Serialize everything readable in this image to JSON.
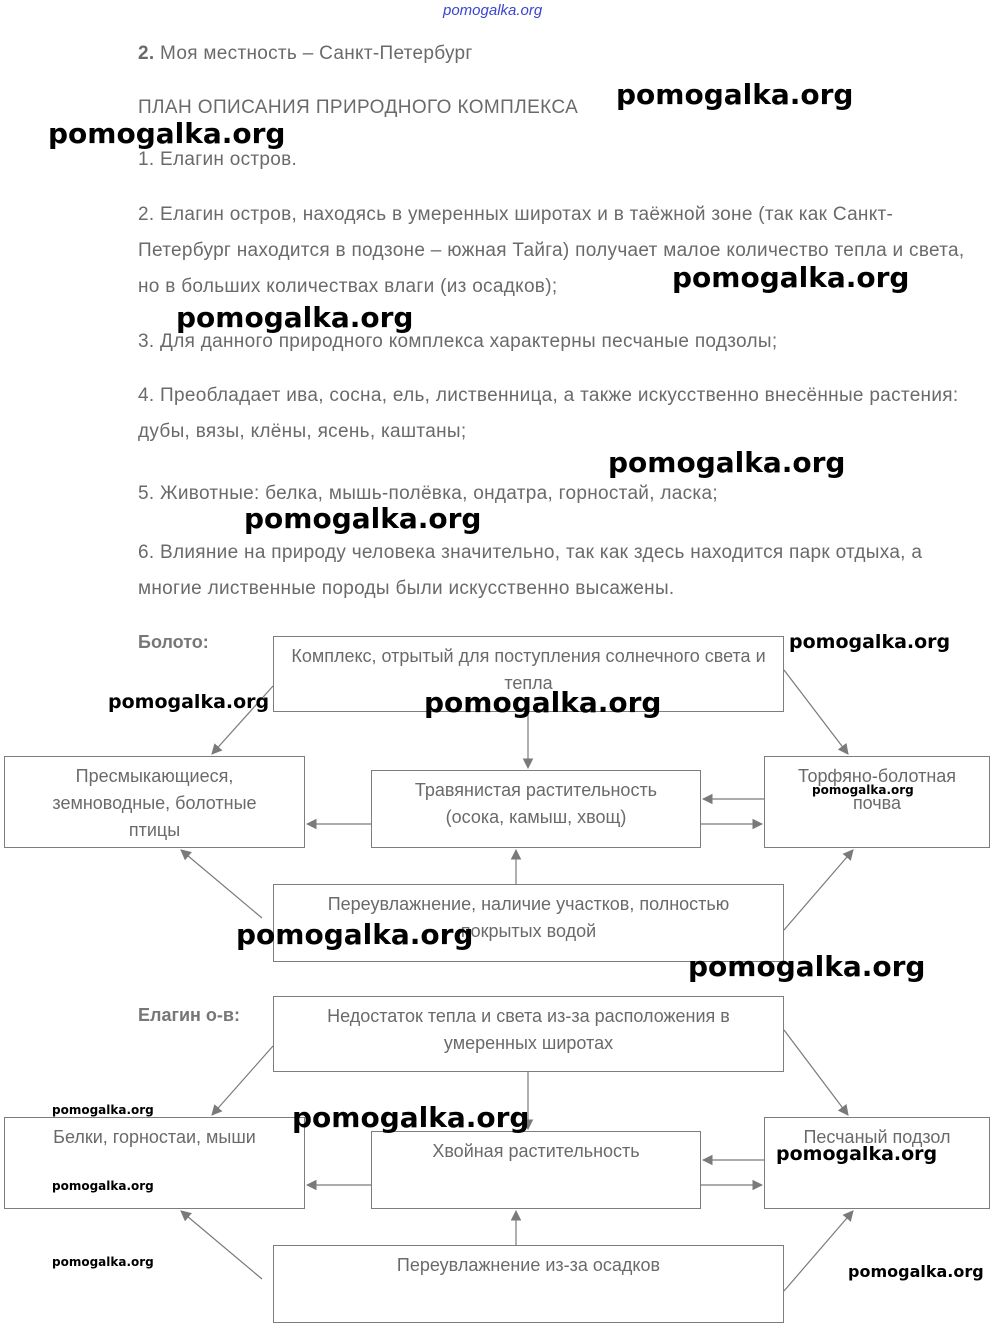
{
  "site_header": "pomogalka.org",
  "task": {
    "number": "2.",
    "title": "Моя местность – Санкт-Петербург",
    "plan_heading": "ПЛАН ОПИСАНИЯ ПРИРОДНОГО КОМПЛЕКСА",
    "items": [
      "1. Елагин остров.",
      "2. Елагин остров, находясь в умеренных широтах и в таёжной зоне (так как Санкт-Петербург находится в подзоне – южная Тайга) получает малое количество тепла и света, но в больших количествах влаги (из осадков);",
      "3. Для данного природного комплекса характерны песчаные подзолы;",
      "4. Преобладает ива, сосна, ель, лиственница, а также искусственно внесённые растения: дубы, вязы, клёны, ясень, каштаны;",
      "5. Животные: белка, мышь-полёвка, ондатра, горностай, ласка;",
      "6. Влияние на природу человека значительно, так как здесь находится парк отдыха, а многие лиственные породы были искусственно высажены."
    ]
  },
  "diagram_bog": {
    "label": "Болото:",
    "top": "Комплекс, отрытый для поступления солнечного света и тепла",
    "left": "Пресмыкающиеся, земноводные, болотные птицы",
    "center": "Травянистая растительность (осока, камыш, хвощ)",
    "right": "Торфяно-болотная почва",
    "bottom": "Переувлажнение, наличие участков, полностью покрытых водой"
  },
  "diagram_elagin": {
    "label": "Елагин о-в:",
    "top": "Недостаток тепла и света из-за расположения в умеренных широтах",
    "left": "Белки, горностаи, мыши",
    "center": "Хвойная растительность",
    "right": "Песчаный подзол",
    "bottom": "Переувлажнение из-за осадков"
  },
  "watermark": "pomogalka.org"
}
